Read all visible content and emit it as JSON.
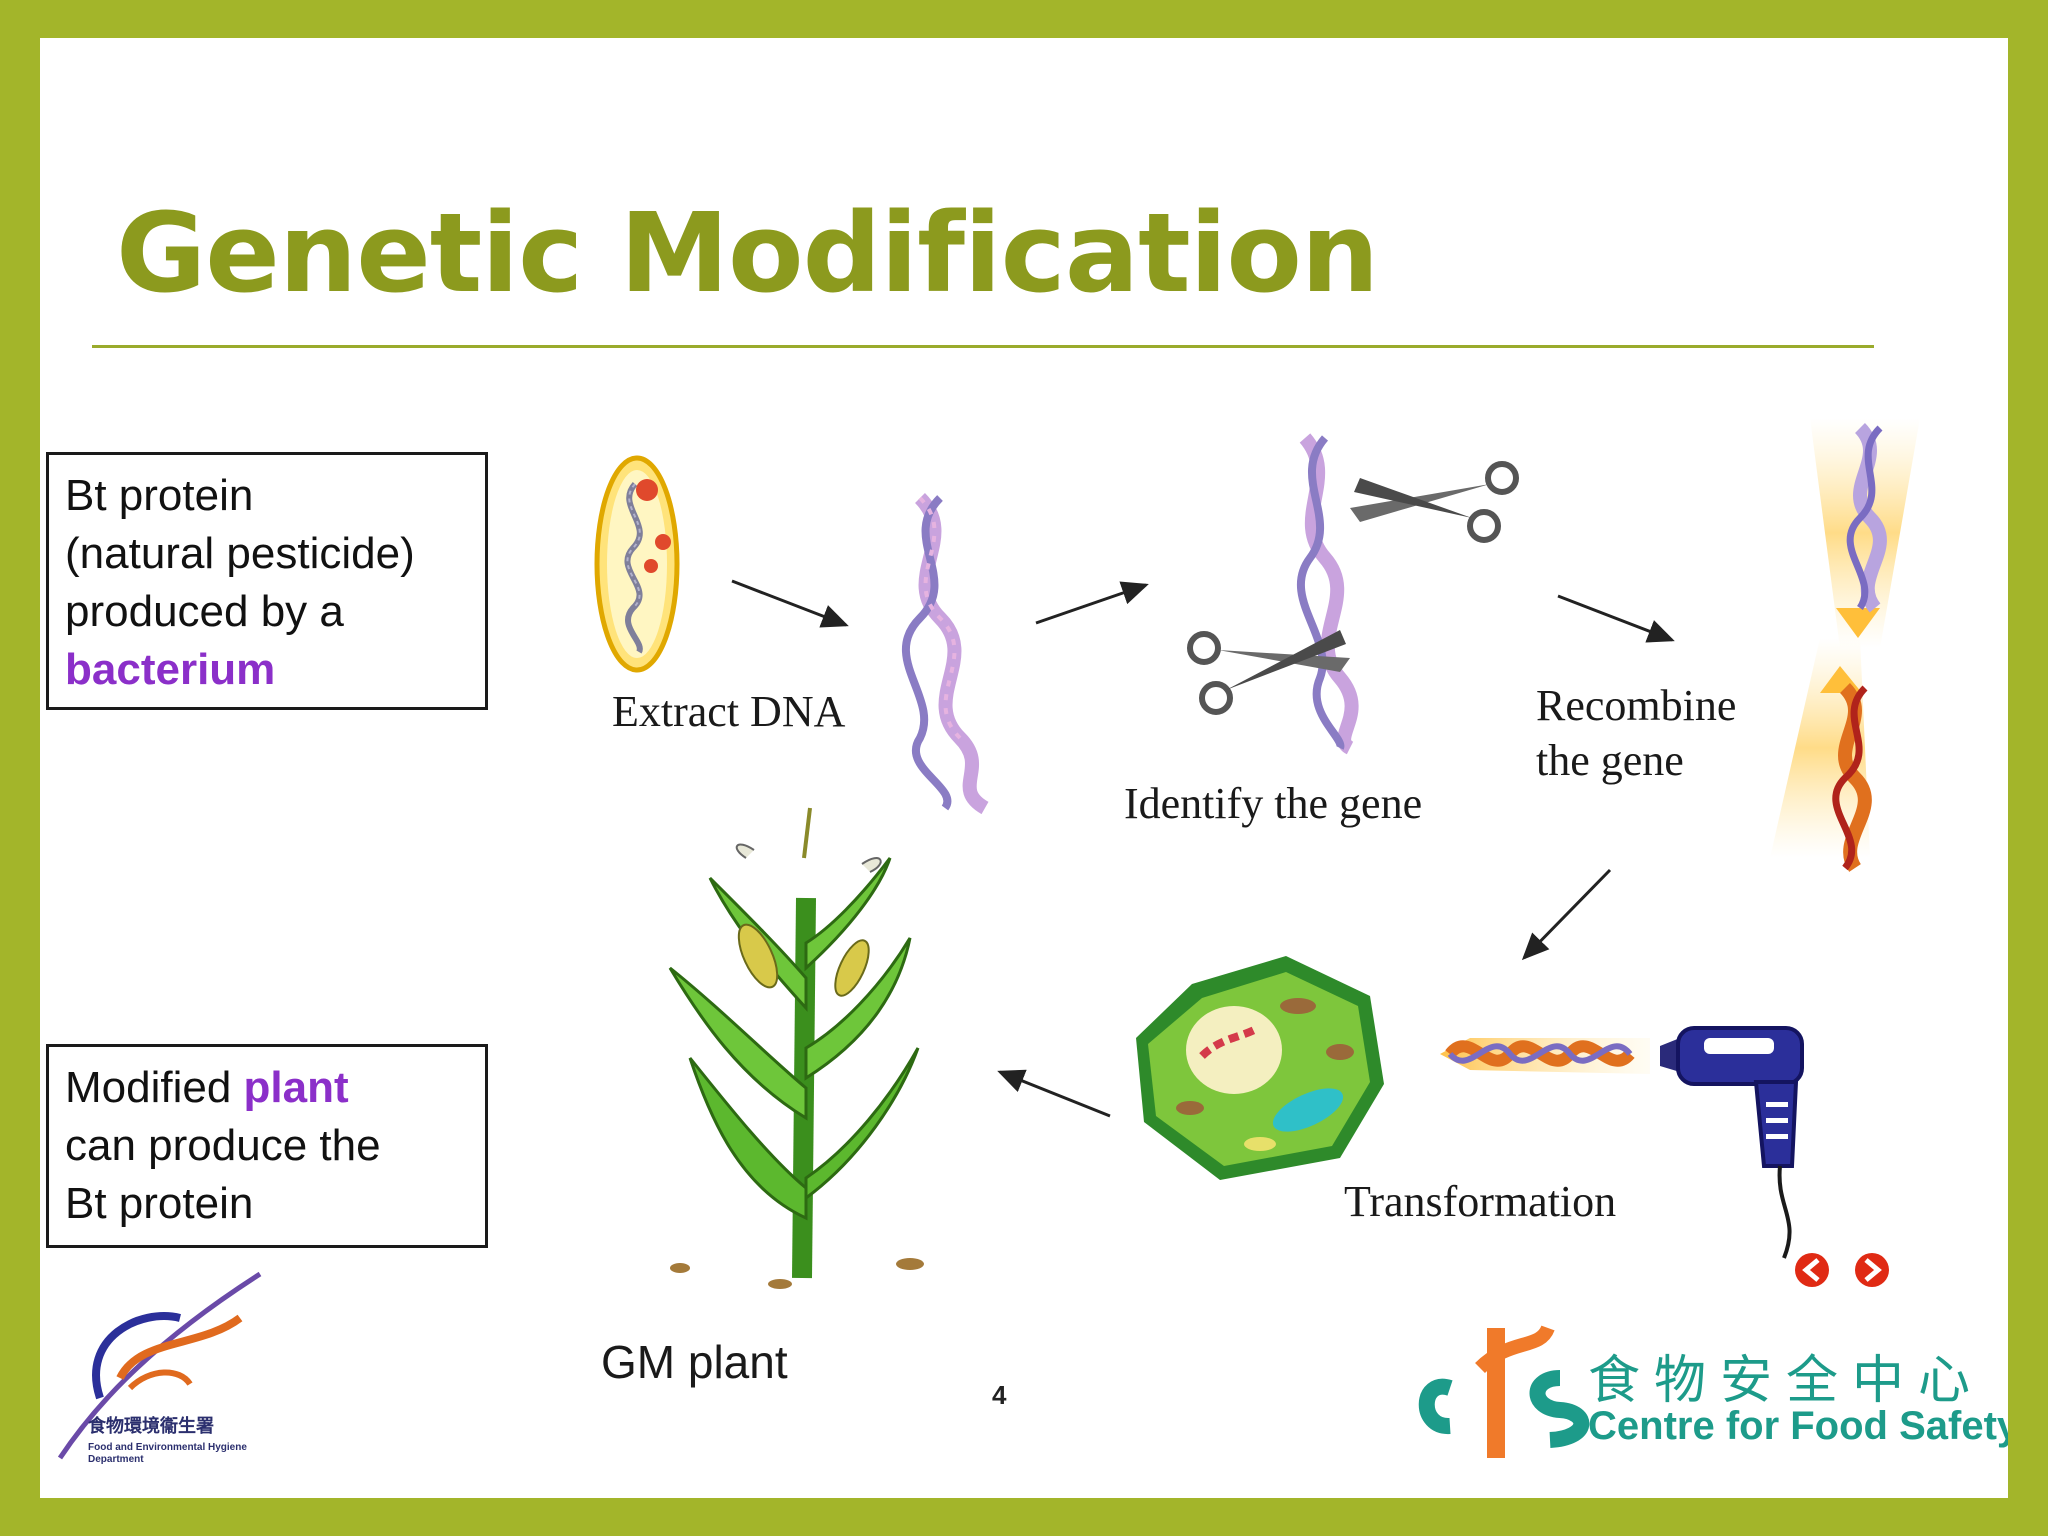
{
  "slide": {
    "title": "Genetic Modification",
    "page_number": "4"
  },
  "callouts": {
    "bt": {
      "line1": "Bt protein",
      "line2": "(natural pesticide)",
      "line3": "produced by a",
      "highlight": "bacterium"
    },
    "plant": {
      "prefix": "Modified ",
      "highlight": "plant",
      "line2": "can produce the",
      "line3": "Bt protein"
    }
  },
  "steps": {
    "extract": "Extract DNA",
    "identify": "Identify the gene",
    "recombine_line1": "Recombine",
    "recombine_line2": "the gene",
    "transformation": "Transformation",
    "gm_plant": "GM plant"
  },
  "logos": {
    "fehd_cn": "食物環境衞生署",
    "fehd_en": "Food and Environmental Hygiene Department",
    "cfs_cn": "食物安全中心",
    "cfs_en": "Centre for Food Safety"
  },
  "colors": {
    "frame": "#a3b52a",
    "title": "#8c9a1e",
    "highlight": "#8b2fc9",
    "cfs": "#1d9b8a"
  },
  "icons": [
    "bacterium-icon",
    "dna-strand-icon",
    "scissors-icon",
    "recombinant-dna-icon",
    "plant-cell-icon",
    "gene-gun-icon",
    "corn-plant-icon",
    "prev-slide-icon",
    "next-slide-icon"
  ]
}
